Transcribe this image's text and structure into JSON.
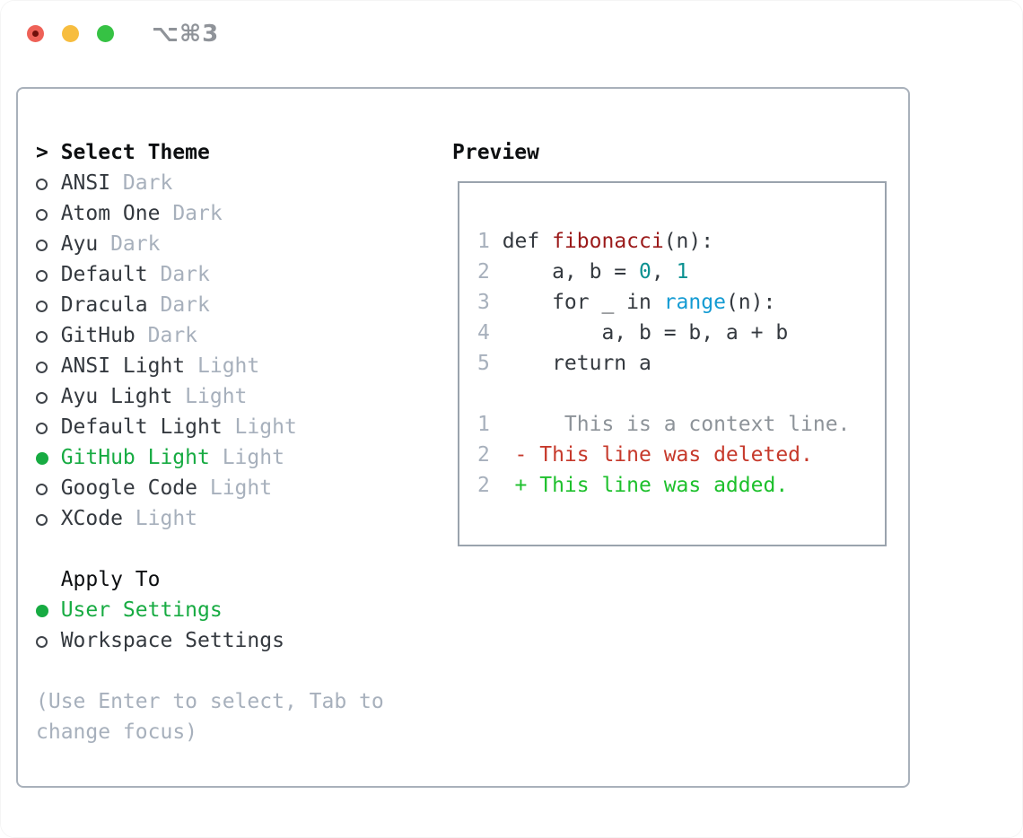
{
  "window": {
    "title_shortcut": "⌥⌘3"
  },
  "colors": {
    "accent_green": "#17ab42",
    "added_green": "#1dc02c",
    "deleted_red": "#c6392b",
    "function_red": "#9b1a1a",
    "number_teal": "#0b9191",
    "builtin_blue": "#149bd3",
    "text_dark": "#34393f",
    "heading_black": "#0d0f11",
    "muted_gray": "#a7b0bc",
    "context_gray": "#8d9399",
    "panel_border": "#a9b1bb",
    "preview_border": "#9aa3ad",
    "traffic_red": "#ee6157",
    "traffic_red_dot": "#70100a",
    "traffic_yellow": "#f7bd3f",
    "traffic_green": "#36c244",
    "title_gray": "#8f9399"
  },
  "theme_panel": {
    "prompt": ">",
    "header": "Select Theme",
    "themes": [
      {
        "name": "ANSI",
        "variant": "Dark",
        "selected": false
      },
      {
        "name": "Atom One",
        "variant": "Dark",
        "selected": false
      },
      {
        "name": "Ayu",
        "variant": "Dark",
        "selected": false
      },
      {
        "name": "Default",
        "variant": "Dark",
        "selected": false
      },
      {
        "name": "Dracula",
        "variant": "Dark",
        "selected": false
      },
      {
        "name": "GitHub",
        "variant": "Dark",
        "selected": false
      },
      {
        "name": "ANSI Light",
        "variant": "Light",
        "selected": false
      },
      {
        "name": "Ayu Light",
        "variant": "Light",
        "selected": false
      },
      {
        "name": "Default Light",
        "variant": "Light",
        "selected": false
      },
      {
        "name": "GitHub Light",
        "variant": "Light",
        "selected": true
      },
      {
        "name": "Google Code",
        "variant": "Light",
        "selected": false
      },
      {
        "name": "XCode",
        "variant": "Light",
        "selected": false
      }
    ],
    "apply_to": {
      "header": "Apply To",
      "options": [
        {
          "label": "User Settings",
          "selected": true
        },
        {
          "label": "Workspace Settings",
          "selected": false
        }
      ]
    },
    "hint": {
      "line1": "(Use Enter to select, Tab to",
      "line2": "change focus)"
    }
  },
  "preview": {
    "header": "Preview",
    "lines": [
      {
        "num": "1",
        "tokens": [
          {
            "t": "def ",
            "c": "code"
          },
          {
            "t": "fibonacci",
            "c": "func"
          },
          {
            "t": "(n):",
            "c": "code"
          }
        ]
      },
      {
        "num": "2",
        "tokens": [
          {
            "t": "    a, b = ",
            "c": "code"
          },
          {
            "t": "0",
            "c": "num"
          },
          {
            "t": ", ",
            "c": "code"
          },
          {
            "t": "1",
            "c": "num"
          }
        ]
      },
      {
        "num": "3",
        "tokens": [
          {
            "t": "    for _ in ",
            "c": "code"
          },
          {
            "t": "range",
            "c": "builtin"
          },
          {
            "t": "(n):",
            "c": "code"
          }
        ]
      },
      {
        "num": "4",
        "tokens": [
          {
            "t": "        a, b = b, a + b",
            "c": "code"
          }
        ]
      },
      {
        "num": "5",
        "tokens": [
          {
            "t": "    return a",
            "c": "code"
          }
        ]
      },
      {
        "num": "",
        "tokens": []
      },
      {
        "num": "1",
        "tokens": [
          {
            "t": "     This is a context line.",
            "c": "context"
          }
        ]
      },
      {
        "num": "2",
        "tokens": [
          {
            "t": " - This line was deleted.",
            "c": "del"
          }
        ]
      },
      {
        "num": "2",
        "tokens": [
          {
            "t": " + This line was added.",
            "c": "add"
          }
        ]
      }
    ]
  }
}
